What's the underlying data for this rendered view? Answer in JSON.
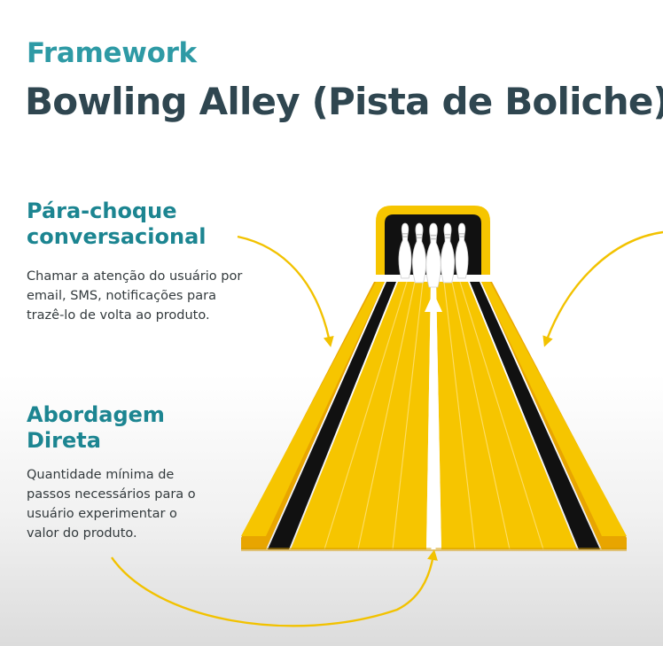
{
  "header": {
    "eyebrow": "Framework",
    "title": "Bowling Alley (Pista de Boliche)"
  },
  "sections": [
    {
      "title_lines": [
        "Pára-choque",
        "conversacional"
      ],
      "text_lines": [
        "Chamar a atenção do usuário por",
        "email, SMS, notificações para",
        "trazê-lo de volta ao produto."
      ]
    },
    {
      "title_lines": [
        "Abordagem",
        "Direta"
      ],
      "text_lines": [
        "Quantidade mínima de",
        "passos necessários para o",
        "usuário experimentar o",
        "valor do produto."
      ]
    }
  ],
  "colors": {
    "accent_teal": "#2e9aa5",
    "title_dark": "#2f4650",
    "section_teal": "#1c8591",
    "lane_yellow": "#f6c500",
    "lane_edge": "#e8a500",
    "gutter_black": "#111111",
    "arrow_yellow": "#f2c200"
  },
  "diagram": {
    "pins": 5,
    "icons": [
      "bowling-pin-icon",
      "arrow-icon"
    ]
  }
}
